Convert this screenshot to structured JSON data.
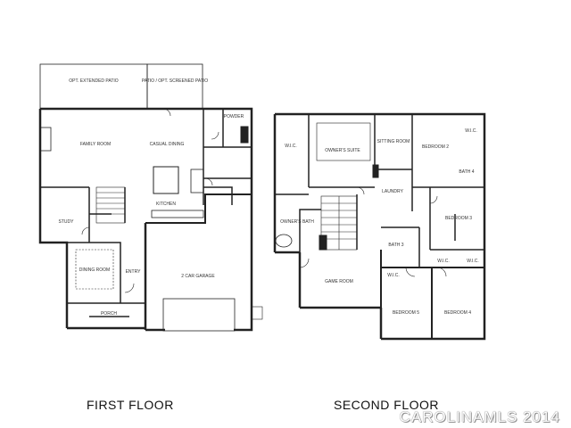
{
  "floors": {
    "first": {
      "title": "FIRST FLOOR",
      "rooms": {
        "opt_patio": "OPT. EXTENDED PATIO",
        "screened_patio": "PATIO / OPT. SCREENED PATIO",
        "family_room": "FAMILY ROOM",
        "casual_dining": "CASUAL DINING",
        "kitchen": "KITCHEN",
        "powder": "POWDER",
        "study": "STUDY",
        "dining_room": "DINING ROOM",
        "entry": "ENTRY",
        "porch": "PORCH",
        "garage": "2 CAR GARAGE"
      }
    },
    "second": {
      "title": "SECOND FLOOR",
      "rooms": {
        "wic_owner": "W.I.C.",
        "owners_suite": "OWNER'S SUITE",
        "sitting_room": "SITTING ROOM",
        "bedroom2": "BEDROOM 2",
        "wic_b2": "W.I.C.",
        "bath4": "BATH 4",
        "laundry": "LAUNDRY",
        "owners_bath": "OWNER'S BATH",
        "bedroom3": "BEDROOM 3",
        "bath3": "BATH 3",
        "game_room": "GAME ROOM",
        "wic_b3": "W.I.C.",
        "wic_b4": "W.I.C.",
        "wic_b5": "W.I.C.",
        "bedroom5": "BEDROOM 5",
        "bedroom4": "BEDROOM 4"
      }
    }
  },
  "watermark": "CAROLINAMLS 2014"
}
